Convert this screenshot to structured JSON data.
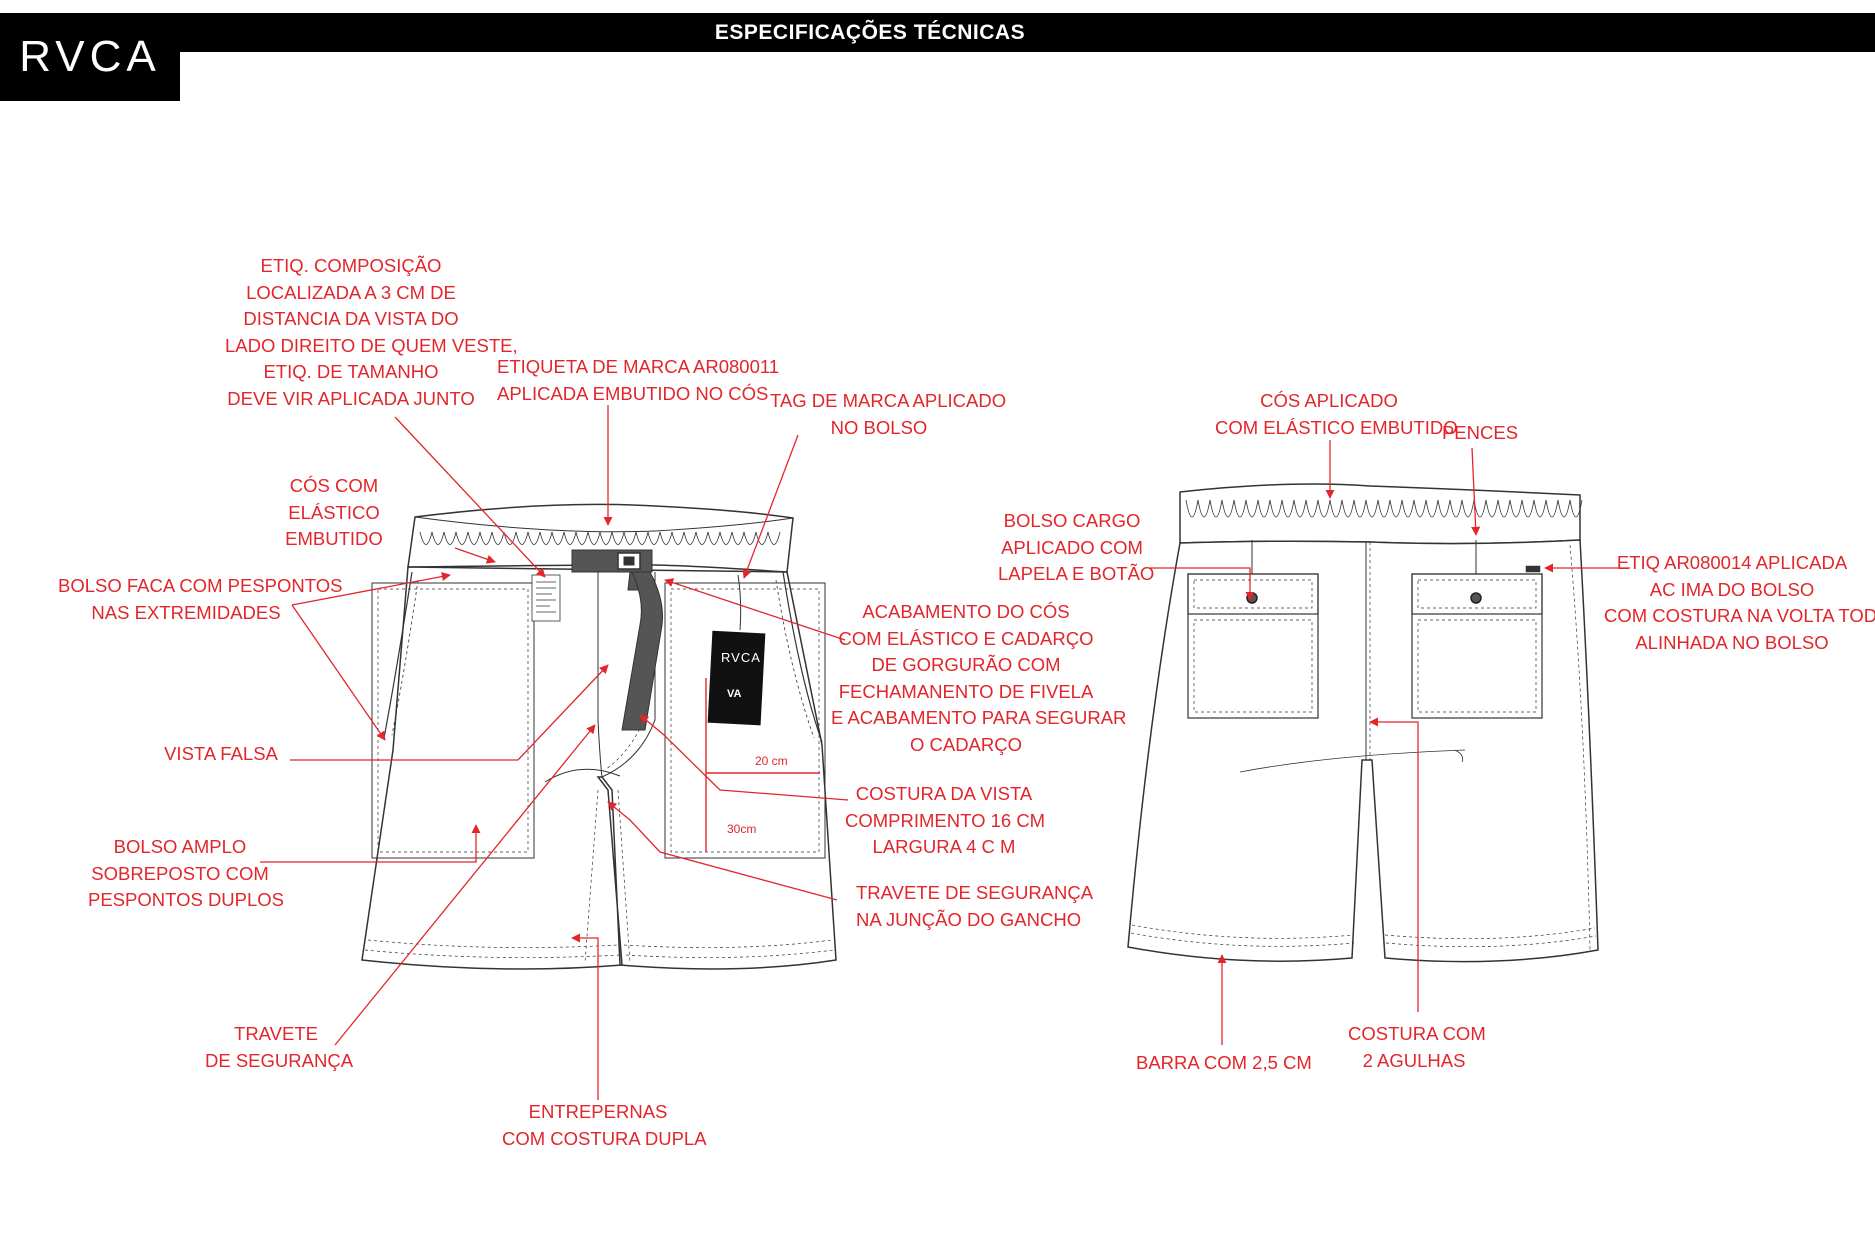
{
  "header": {
    "title": "ESPECIFICAÇÕES TÉCNICAS",
    "logo": "RVCA"
  },
  "colors": {
    "annotation": "#e2262b",
    "outline": "#333333",
    "header_bg": "#000000"
  },
  "front": {
    "etiq_composicao": [
      "ETIQ. COMPOSIÇÃO",
      "LOCALIZADA A 3 CM DE",
      "DISTANCIA DA VISTA DO",
      "LADO DIREITO DE QUEM VESTE,",
      "ETIQ. DE TAMANHO",
      "DEVE VIR APLICADA JUNTO"
    ],
    "etiqueta_marca": [
      "ETIQUETA DE MARCA AR080011",
      "APLICADA EMBUTIDO NO CÓS"
    ],
    "tag_marca": [
      "TAG DE MARCA APLICADO",
      "NO BOLSO"
    ],
    "cos_elastico": [
      "CÓS COM",
      "ELÁSTICO",
      "EMBUTIDO"
    ],
    "bolso_faca": [
      "BOLSO FACA COM PESPONTOS",
      "NAS EXTREMIDADES"
    ],
    "acabamento_cos": [
      "ACABAMENTO DO CÓS",
      "COM ELÁSTICO E CADARÇO",
      "DE GORGURÃO COM",
      "FECHAMANENTO DE FIVELA",
      "E ACABAMENTO PARA SEGURAR",
      "O CADARÇO"
    ],
    "vista_falsa": [
      "VISTA FALSA"
    ],
    "costura_vista": [
      "COSTURA DA VISTA",
      "COMPRIMENTO 16 CM",
      "LARGURA 4 C M"
    ],
    "bolso_amplo": [
      "BOLSO AMPLO",
      "SOBREPOSTO COM",
      "PESPONTOS DUPLOS"
    ],
    "travete_gancho": [
      "TRAVETE DE SEGURANÇA",
      "NA JUNÇÃO DO GANCHO"
    ],
    "travete": [
      "TRAVETE",
      "DE SEGURANÇA"
    ],
    "entrepernas": [
      "ENTREPERNAS",
      "COM COSTURA DUPLA"
    ],
    "dim_width": "20 cm",
    "dim_height": "30cm",
    "hangtag_logo": "RVCA",
    "hangtag_mark": "VA"
  },
  "back": {
    "cos_aplicado": [
      "CÓS APLICADO",
      "COM ELÁSTICO EMBUTIDO"
    ],
    "pences": [
      "PENCES"
    ],
    "bolso_cargo": [
      "BOLSO CARGO",
      "APLICADO COM",
      "LAPELA E BOTÃO"
    ],
    "etiq_ar080014": [
      "ETIQ AR080014 APLICADA",
      "AC IMA DO BOLSO",
      "COM COSTURA NA VOLTA TODA",
      "ALINHADA NO BOLSO"
    ],
    "barra": [
      "BARRA COM 2,5 CM"
    ],
    "costura_agulhas": [
      "COSTURA COM",
      "2 AGULHAS"
    ]
  }
}
